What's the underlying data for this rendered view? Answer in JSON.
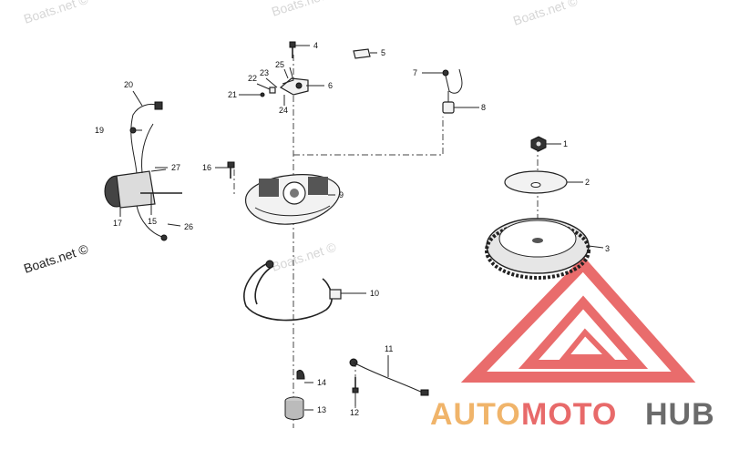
{
  "watermarks": [
    "Boats.net ©",
    "Boats.net ©",
    "Boats.net ©",
    "Boats.net ©",
    "Boats.net ©"
  ],
  "callouts": {
    "p1": "1",
    "p2": "2",
    "p3": "3",
    "p4": "4",
    "p5": "5",
    "p6": "6",
    "p7": "7",
    "p8": "8",
    "p9": "9",
    "p10": "10",
    "p11": "11",
    "p12": "12",
    "p13": "13",
    "p14": "14",
    "p15": "15",
    "p16": "16",
    "p17": "17",
    "p19": "19",
    "p20": "20",
    "p21": "21",
    "p22": "22",
    "p23": "23",
    "p24": "24",
    "p25": "25",
    "p26": "26",
    "p27": "27"
  },
  "logo": {
    "auto": "AUTO",
    "moto": "MOTO",
    "hub": "HUB",
    "colors": {
      "auto": "#f0b46a",
      "moto": "#e86a6a",
      "hub": "#6b6b6b",
      "triangle": "#e23b3b"
    }
  }
}
